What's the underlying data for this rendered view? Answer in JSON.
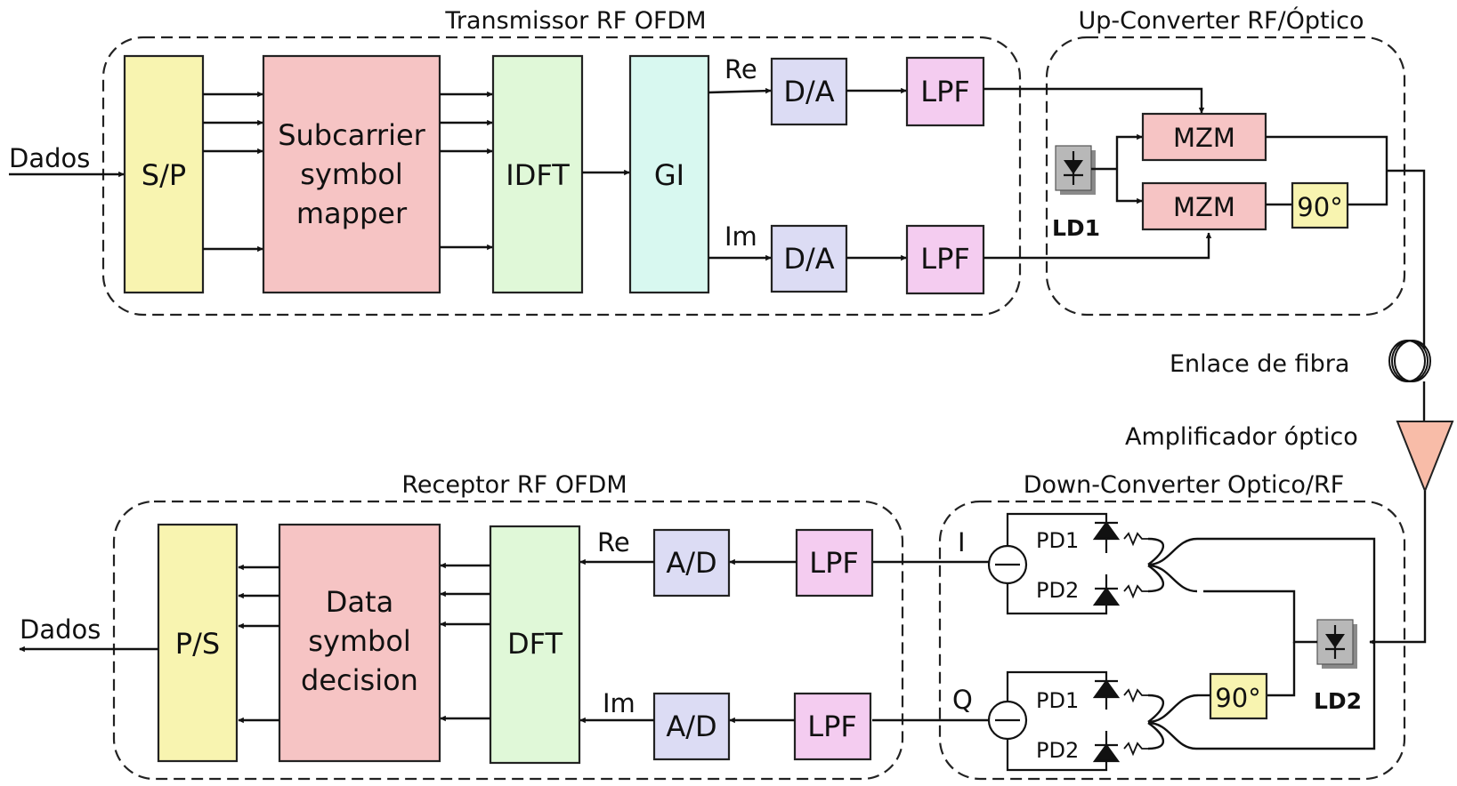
{
  "groups": {
    "tx_title": "Transmissor RF OFDM",
    "up_title": "Up-Converter RF/Óptico",
    "rx_title": "Receptor RF OFDM",
    "down_title": "Down-Converter Optico/RF"
  },
  "tx": {
    "input_label": "Dados",
    "sp": "S/P",
    "mapper_lines": [
      "Subcarrier",
      "symbol",
      "mapper"
    ],
    "idft": "IDFT",
    "gi": "GI",
    "re": "Re",
    "im": "Im",
    "da": "D/A",
    "lpf": "LPF"
  },
  "up": {
    "mzm": "MZM",
    "phase": "90°",
    "laser": "LD1"
  },
  "link": {
    "fiber": "Enlace de fibra",
    "amplifier": "Amplificador óptico"
  },
  "down": {
    "i": "I",
    "q": "Q",
    "pd1": "PD1",
    "pd2": "PD2",
    "phase": "90°",
    "laser": "LD2"
  },
  "rx": {
    "output_label": "Dados",
    "ps": "P/S",
    "decision_lines": [
      "Data",
      "symbol",
      "decision"
    ],
    "dft": "DFT",
    "re": "Re",
    "im": "Im",
    "ad": "A/D",
    "lpf": "LPF"
  },
  "colors": {
    "yellow": "#f8f4b0",
    "pink": "#f6c4c4",
    "green": "#e0f8d8",
    "cyan": "#d8f8f0",
    "lavender": "#dcdcf4",
    "magenta": "#f4ccf0",
    "laser_gray": "#b8b8b8"
  }
}
